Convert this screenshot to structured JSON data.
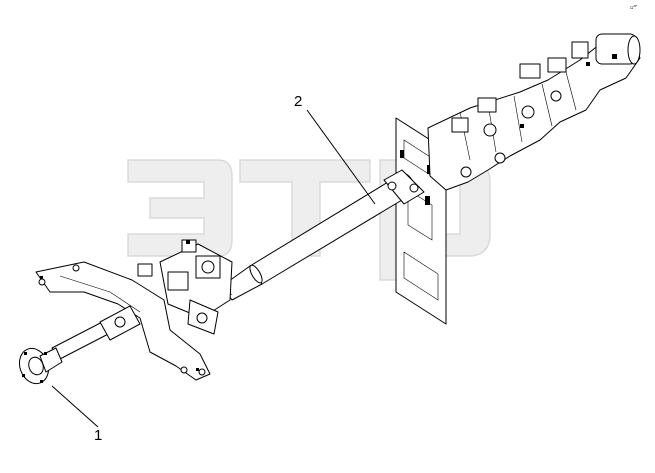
{
  "callouts": [
    {
      "number": "1",
      "part": "front-flange-coupling"
    },
    {
      "number": "2",
      "part": "cardan-drive-shaft"
    }
  ],
  "corner_mark": "▫ᵈᴾ",
  "colors": {
    "line": "#000000",
    "background": "#ffffff",
    "watermark": "#ededed"
  }
}
